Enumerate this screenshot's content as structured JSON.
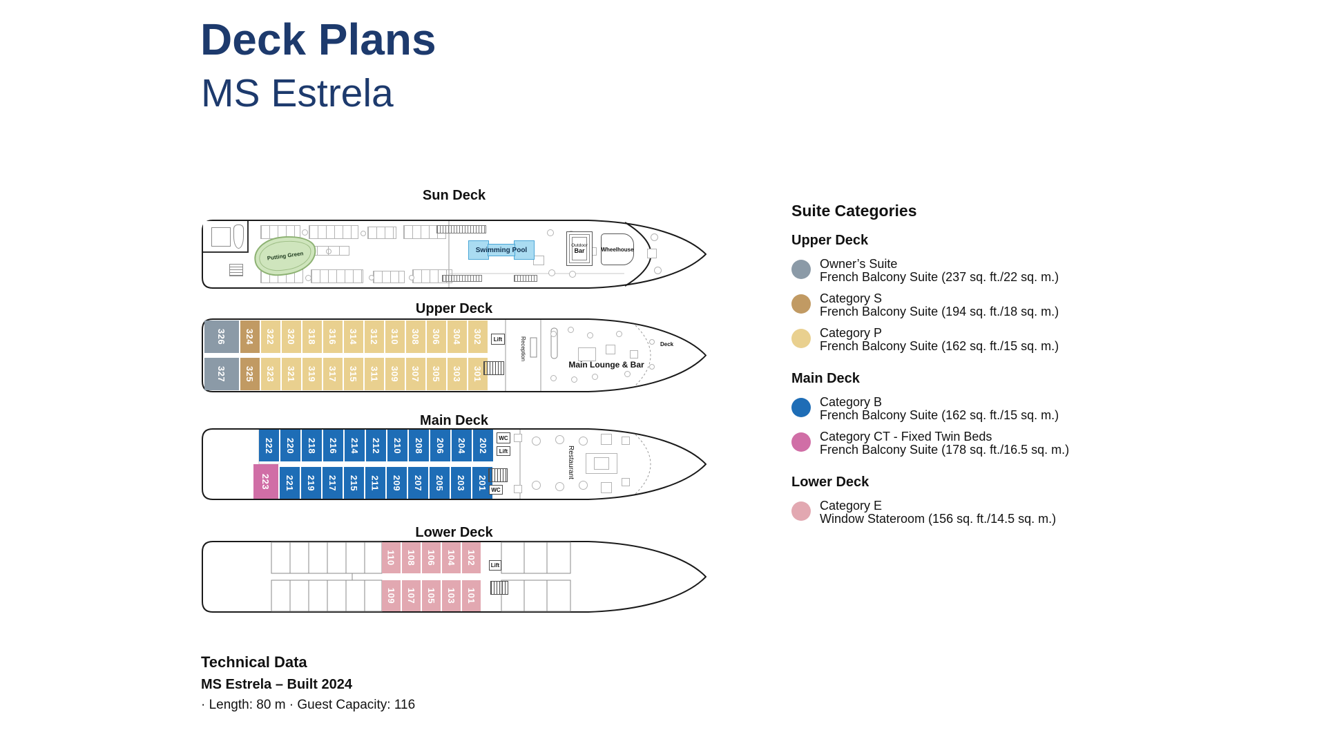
{
  "page": {
    "title": "Deck Plans",
    "subtitle": "MS Estrela"
  },
  "colors": {
    "owners": "#8b9aa7",
    "s": "#c19a63",
    "p": "#e9d08f",
    "b": "#1e6db6",
    "ct": "#d06ea6",
    "e": "#e2a8b1",
    "navy": "#1d3a6d",
    "pool_fill": "#aadcf2",
    "pool_border": "#4aa6d6",
    "green_fill": "#cfe5bd"
  },
  "decks": [
    {
      "label": "Sun Deck",
      "features": {
        "putting_green": "Putting Green",
        "swimming_pool": "Swimming Pool",
        "outdoor_bar_line1": "Outdoor",
        "outdoor_bar_line2": "Bar",
        "wheelhouse": "Wheelhouse"
      }
    },
    {
      "label": "Upper Deck",
      "cabins_top": [
        {
          "num": "326",
          "cat": "owners"
        },
        {
          "num": "324",
          "cat": "s"
        },
        {
          "num": "322",
          "cat": "p"
        },
        {
          "num": "320",
          "cat": "p"
        },
        {
          "num": "318",
          "cat": "p"
        },
        {
          "num": "316",
          "cat": "p"
        },
        {
          "num": "314",
          "cat": "p"
        },
        {
          "num": "312",
          "cat": "p"
        },
        {
          "num": "310",
          "cat": "p"
        },
        {
          "num": "308",
          "cat": "p"
        },
        {
          "num": "306",
          "cat": "p"
        },
        {
          "num": "304",
          "cat": "p"
        },
        {
          "num": "302",
          "cat": "p"
        }
      ],
      "cabins_bottom": [
        {
          "num": "327",
          "cat": "owners"
        },
        {
          "num": "325",
          "cat": "s"
        },
        {
          "num": "323",
          "cat": "p"
        },
        {
          "num": "321",
          "cat": "p"
        },
        {
          "num": "319",
          "cat": "p"
        },
        {
          "num": "317",
          "cat": "p"
        },
        {
          "num": "315",
          "cat": "p"
        },
        {
          "num": "311",
          "cat": "p"
        },
        {
          "num": "309",
          "cat": "p"
        },
        {
          "num": "307",
          "cat": "p"
        },
        {
          "num": "305",
          "cat": "p"
        },
        {
          "num": "303",
          "cat": "p"
        },
        {
          "num": "301",
          "cat": "p"
        }
      ],
      "labels": {
        "lift": "Lift",
        "reception": "Reception",
        "lounge": "Main Lounge & Bar",
        "deck": "Deck"
      }
    },
    {
      "label": "Main Deck",
      "cabins_top": [
        {
          "num": "222",
          "cat": "b"
        },
        {
          "num": "220",
          "cat": "b"
        },
        {
          "num": "218",
          "cat": "b"
        },
        {
          "num": "216",
          "cat": "b"
        },
        {
          "num": "214",
          "cat": "b"
        },
        {
          "num": "212",
          "cat": "b"
        },
        {
          "num": "210",
          "cat": "b"
        },
        {
          "num": "208",
          "cat": "b"
        },
        {
          "num": "206",
          "cat": "b"
        },
        {
          "num": "204",
          "cat": "b"
        },
        {
          "num": "202",
          "cat": "b"
        }
      ],
      "cabins_bottom": [
        {
          "num": "223",
          "cat": "ct"
        },
        {
          "num": "221",
          "cat": "b"
        },
        {
          "num": "219",
          "cat": "b"
        },
        {
          "num": "217",
          "cat": "b"
        },
        {
          "num": "215",
          "cat": "b"
        },
        {
          "num": "211",
          "cat": "b"
        },
        {
          "num": "209",
          "cat": "b"
        },
        {
          "num": "207",
          "cat": "b"
        },
        {
          "num": "205",
          "cat": "b"
        },
        {
          "num": "203",
          "cat": "b"
        },
        {
          "num": "201",
          "cat": "b"
        }
      ],
      "labels": {
        "wc": "WC",
        "lift": "Lift",
        "restaurant": "Restaurant"
      }
    },
    {
      "label": "Lower Deck",
      "cabins_top": [
        {
          "num": "110",
          "cat": "e"
        },
        {
          "num": "108",
          "cat": "e"
        },
        {
          "num": "106",
          "cat": "e"
        },
        {
          "num": "104",
          "cat": "e"
        },
        {
          "num": "102",
          "cat": "e"
        }
      ],
      "cabins_bottom": [
        {
          "num": "109",
          "cat": "e"
        },
        {
          "num": "107",
          "cat": "e"
        },
        {
          "num": "105",
          "cat": "e"
        },
        {
          "num": "103",
          "cat": "e"
        },
        {
          "num": "101",
          "cat": "e"
        }
      ],
      "labels": {
        "lift": "Lift"
      }
    }
  ],
  "legend": {
    "title": "Suite Categories",
    "sections": [
      {
        "title": "Upper Deck",
        "items": [
          {
            "cat": "owners",
            "name": "Owner’s Suite",
            "desc": "French Balcony Suite (237 sq. ft./22 sq. m.)"
          },
          {
            "cat": "s",
            "name": "Category S",
            "desc": "French Balcony Suite (194 sq. ft./18 sq. m.)"
          },
          {
            "cat": "p",
            "name": "Category P",
            "desc": "French Balcony Suite (162 sq. ft./15 sq. m.)"
          }
        ]
      },
      {
        "title": "Main Deck",
        "items": [
          {
            "cat": "b",
            "name": "Category B",
            "desc": "French Balcony Suite (162 sq. ft./15 sq. m.)"
          },
          {
            "cat": "ct",
            "name": "Category CT - Fixed Twin Beds",
            "desc": "French Balcony Suite (178 sq. ft./16.5 sq. m.)"
          }
        ]
      },
      {
        "title": "Lower Deck",
        "items": [
          {
            "cat": "e",
            "name": "Category E",
            "desc": "Window Stateroom (156 sq. ft./14.5 sq. m.)"
          }
        ]
      }
    ]
  },
  "technical": {
    "title": "Technical Data",
    "line1": "MS Estrela – Built 2024",
    "line2": "· Length: 80 m · Guest Capacity: 116"
  }
}
